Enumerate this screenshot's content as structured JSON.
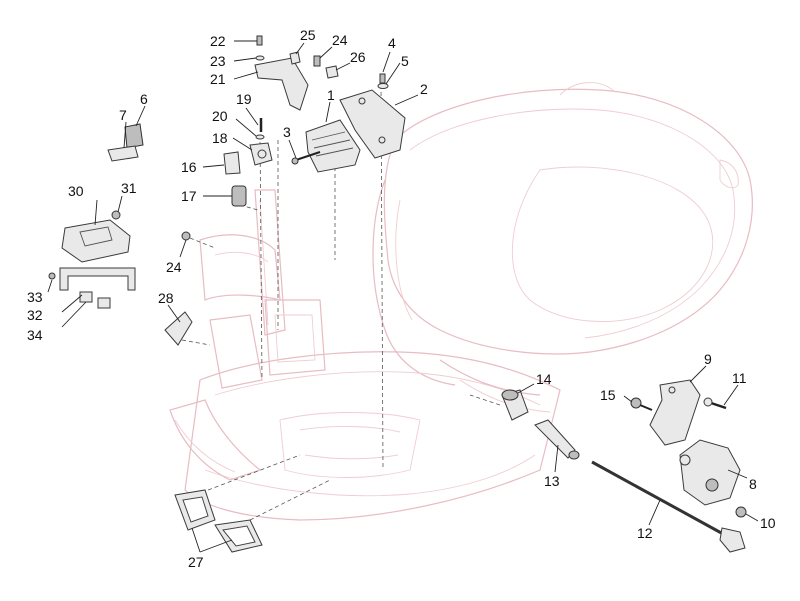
{
  "callouts": [
    {
      "num": "1"
    },
    {
      "num": "2"
    },
    {
      "num": "3"
    },
    {
      "num": "4"
    },
    {
      "num": "5"
    },
    {
      "num": "6"
    },
    {
      "num": "7"
    },
    {
      "num": "8"
    },
    {
      "num": "9"
    },
    {
      "num": "10"
    },
    {
      "num": "11"
    },
    {
      "num": "12"
    },
    {
      "num": "13"
    },
    {
      "num": "14"
    },
    {
      "num": "15"
    },
    {
      "num": "16"
    },
    {
      "num": "17"
    },
    {
      "num": "18"
    },
    {
      "num": "19"
    },
    {
      "num": "20"
    },
    {
      "num": "21"
    },
    {
      "num": "22"
    },
    {
      "num": "23"
    },
    {
      "num": "24"
    },
    {
      "num": "24"
    },
    {
      "num": "25"
    },
    {
      "num": "26"
    },
    {
      "num": "27"
    },
    {
      "num": "28"
    },
    {
      "num": "30"
    },
    {
      "num": "31"
    },
    {
      "num": "32"
    },
    {
      "num": "33"
    },
    {
      "num": "34"
    }
  ],
  "colors": {
    "frame_outline": "#e7bcc2",
    "part_fill": "#e9e9e9",
    "part_stroke": "#3a3a3a",
    "callout_text": "#111111"
  }
}
